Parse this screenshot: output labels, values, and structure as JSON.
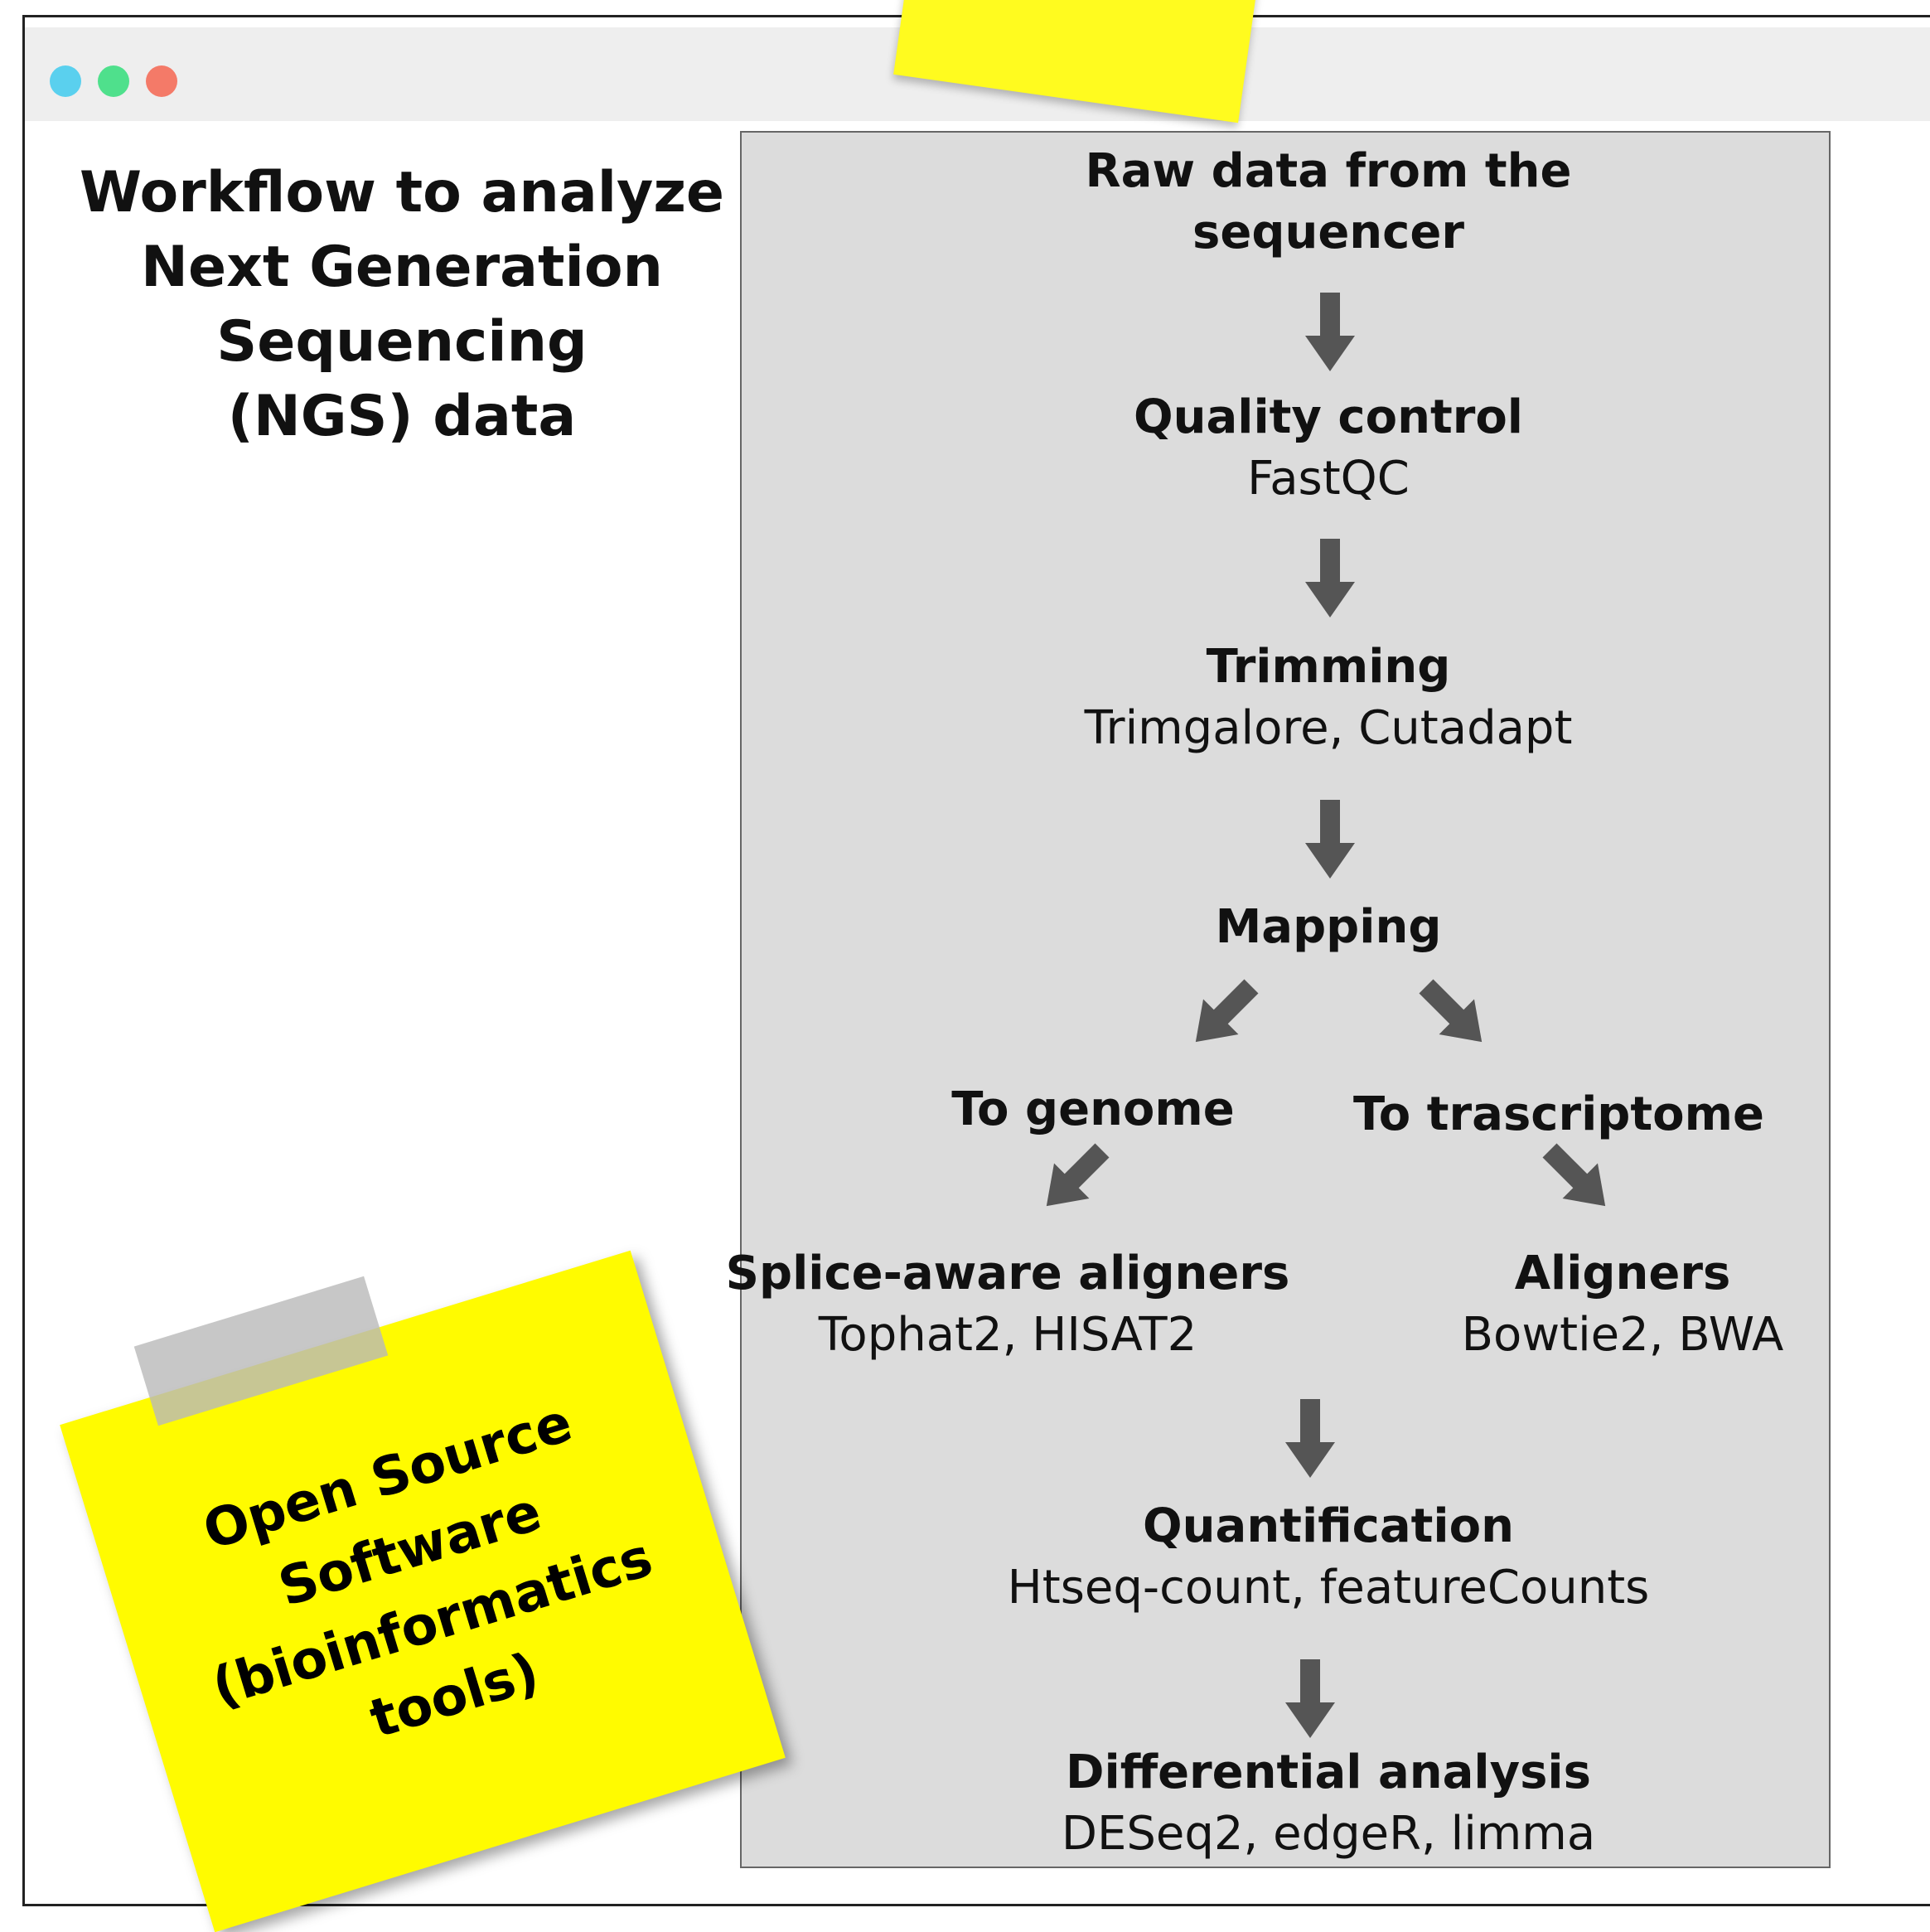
{
  "window": {
    "dot_colors": [
      "#5ad0ee",
      "#4fe08c",
      "#f47a68"
    ]
  },
  "heading": {
    "line1": "Workflow to analyze",
    "line2": "Next Generation",
    "line3": "Sequencing",
    "line4": "(NGS) data"
  },
  "steps": {
    "raw": {
      "title_line1": "Raw data from the",
      "title_line2": "sequencer"
    },
    "qc": {
      "title": "Quality control",
      "tools": "FastQC"
    },
    "trim": {
      "title": "Trimming",
      "tools": "Trimgalore, Cutadapt"
    },
    "mapping": {
      "title": "Mapping"
    },
    "genome": {
      "title": "To genome"
    },
    "transcriptome": {
      "title": "To trascriptome"
    },
    "splice": {
      "title": "Splice-aware aligners",
      "tools": "Tophat2, HISAT2"
    },
    "aligners": {
      "title": "Aligners",
      "tools": "Bowtie2, BWA"
    },
    "quant": {
      "title": "Quantification",
      "tools": "Htseq-count, featureCounts"
    },
    "diff": {
      "title": "Differential analysis",
      "tools": "DESeq2, edgeR, limma"
    }
  },
  "note": {
    "line1": "Open Source",
    "line2": "Software",
    "line3": "(bioinformatics tools)"
  },
  "colors": {
    "panel_bg": "#dcdcdc",
    "arrow": "#555555",
    "sticky_note": "#fffb00"
  }
}
